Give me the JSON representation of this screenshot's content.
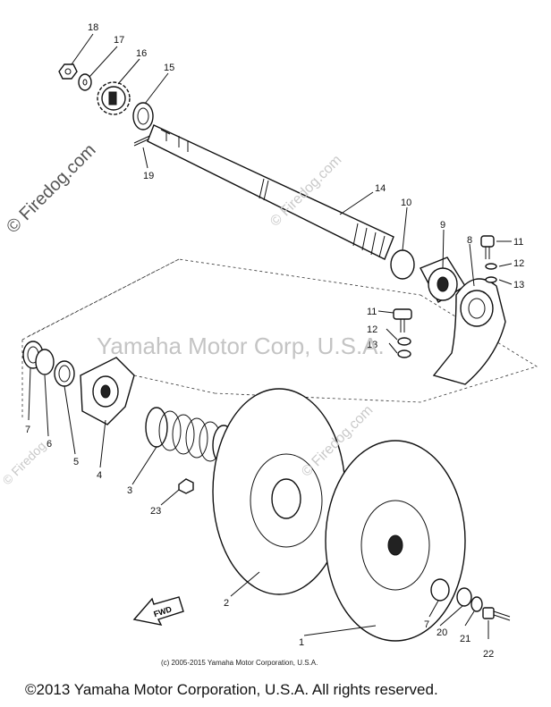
{
  "watermarks": {
    "main": "Yamaha Motor Corp, U.S.A.",
    "site_left": "© Firedog.com",
    "site_mid": "© Firedog.com",
    "site_disc": "© Firedog.com",
    "site_small_left": "© Firedog"
  },
  "callouts": [
    "18",
    "17",
    "16",
    "15",
    "19",
    "14",
    "10",
    "9",
    "8",
    "11",
    "12",
    "13",
    "11",
    "12",
    "13",
    "7",
    "6",
    "5",
    "4",
    "3",
    "23",
    "2",
    "1",
    "7",
    "20",
    "21",
    "22"
  ],
  "fwd_label": "FWD",
  "footer": {
    "small": "(c) 2005-2015 Yamaha Motor Corporation, U.S.A.",
    "copyright": "©2013 Yamaha Motor Corporation, U.S.A. All rights reserved."
  }
}
